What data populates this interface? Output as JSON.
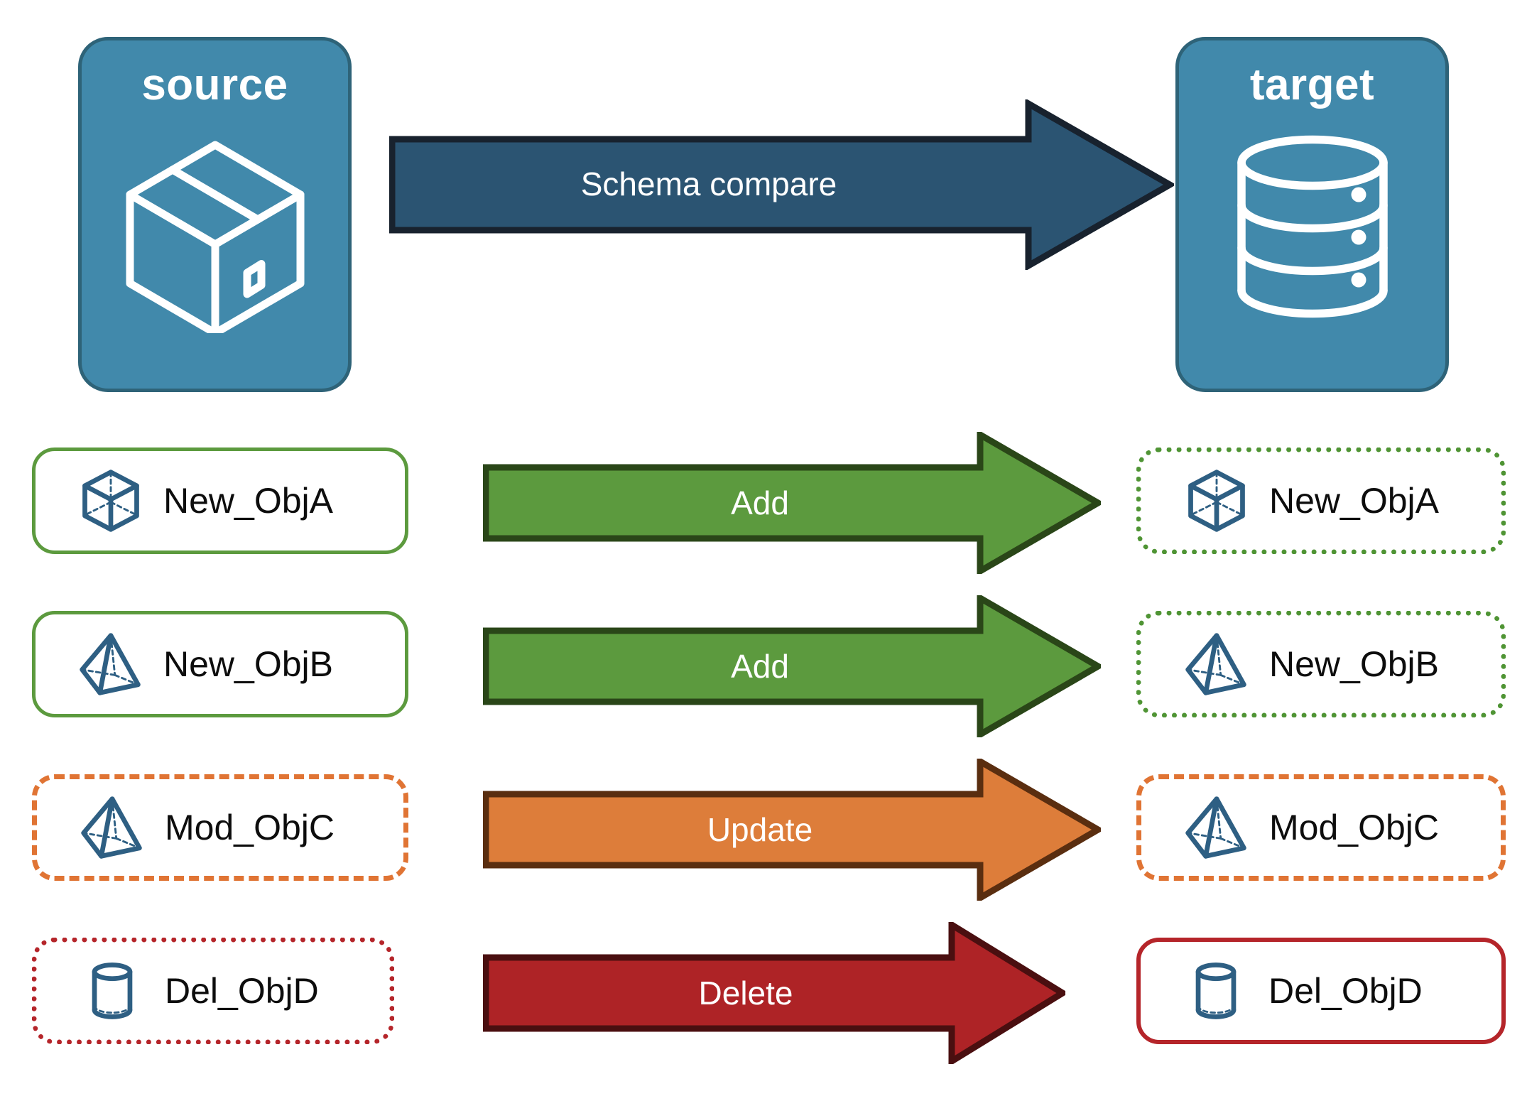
{
  "diagram": {
    "title_hidden": "",
    "background": "#ffffff"
  },
  "endpoints": {
    "source": {
      "label": "source",
      "icon": "package-box-icon",
      "fill": "#4189ab",
      "stroke": "#2e6378"
    },
    "target": {
      "label": "target",
      "icon": "database-cylinder-icon",
      "fill": "#4189ab",
      "stroke": "#2e6378"
    }
  },
  "main_arrow": {
    "label": "Schema compare",
    "fill": "#2b5472",
    "stroke": "#18222e",
    "text_color": "#ffffff"
  },
  "rows": [
    {
      "action": "Add",
      "arrow_fill": "#5c9a3e",
      "arrow_stroke": "#2a4618",
      "source": {
        "label": "New_ObjA",
        "icon": "wireframe-cube-icon",
        "border_color": "#5c9a3e",
        "border_style": "solid",
        "border_width": "5px"
      },
      "target": {
        "label": "New_ObjA",
        "icon": "wireframe-cube-icon",
        "border_color": "#4f9434",
        "border_style": "dotted",
        "border_width": "7px"
      }
    },
    {
      "action": "Add",
      "arrow_fill": "#5c9a3e",
      "arrow_stroke": "#2a4618",
      "source": {
        "label": "New_ObjB",
        "icon": "wireframe-pyramid-icon",
        "border_color": "#5c9a3e",
        "border_style": "solid",
        "border_width": "5px"
      },
      "target": {
        "label": "New_ObjB",
        "icon": "wireframe-pyramid-icon",
        "border_color": "#4f9434",
        "border_style": "dotted",
        "border_width": "7px"
      }
    },
    {
      "action": "Update",
      "arrow_fill": "#dd7d3a",
      "arrow_stroke": "#5a2e10",
      "source": {
        "label": "Mod_ObjC",
        "icon": "wireframe-pyramid-icon",
        "border_color": "#e07434",
        "border_style": "dashed",
        "border_width": "7px"
      },
      "target": {
        "label": "Mod_ObjC",
        "icon": "wireframe-pyramid-icon",
        "border_color": "#e07434",
        "border_style": "dashed",
        "border_width": "7px"
      }
    },
    {
      "action": "Delete",
      "arrow_fill": "#ae2326",
      "arrow_stroke": "#4a0f10",
      "source": {
        "label": "Del_ObjD",
        "icon": "wireframe-cylinder-icon",
        "border_color": "#b5252a",
        "border_style": "dotted",
        "border_width": "7px"
      },
      "target": {
        "label": "Del_ObjD",
        "icon": "wireframe-cylinder-icon",
        "border_color": "#b5252a",
        "border_style": "solid",
        "border_width": "6px"
      }
    }
  ],
  "icon_color": "#2e5f83"
}
